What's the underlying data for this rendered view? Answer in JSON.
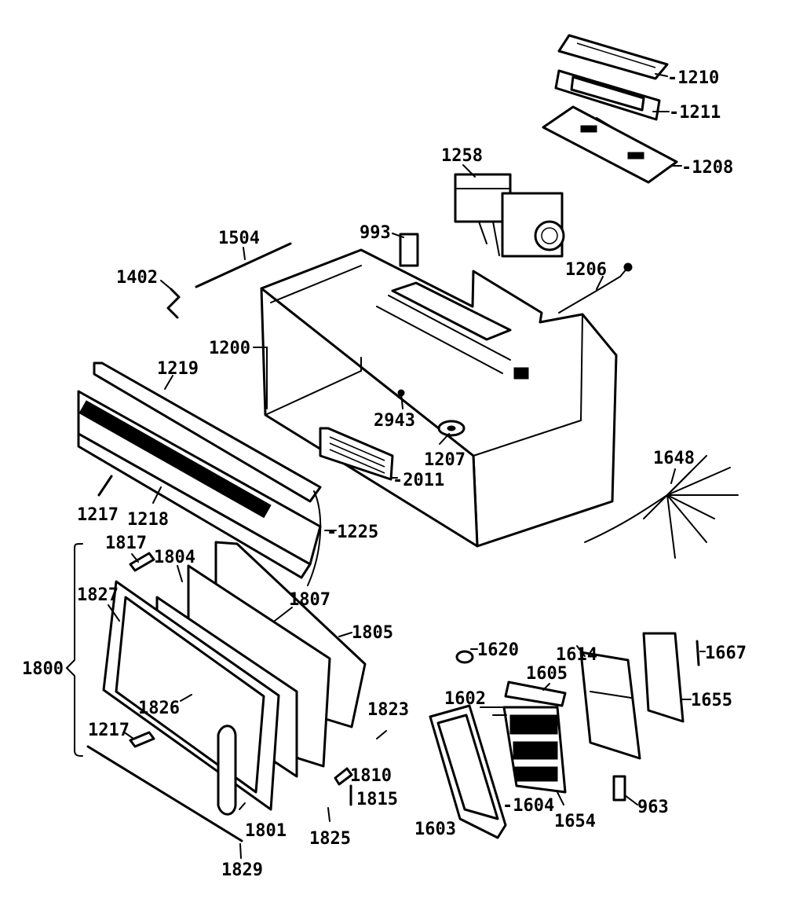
{
  "labels": {
    "l1210": "-1210",
    "l1211": "-1211",
    "l1208": "-1208",
    "l1258": "1258",
    "l993": "993",
    "l1504": "1504",
    "l1402": "1402",
    "l1206": "1206",
    "l1200": "1200",
    "l1219": "1219",
    "l2943": "2943",
    "l1207": "1207",
    "l2011": "-2011",
    "l1648": "1648",
    "l1217a": "1217",
    "l1218": "1218",
    "l1225": "-1225",
    "l1817": "1817",
    "l1804": "1804",
    "l1827": "1827",
    "l1807": "1807",
    "l1805": "1805",
    "l1800": "1800",
    "l1826": "1826",
    "l1823": "1823",
    "l1217b": "1217",
    "l1810": "1810",
    "l1815": "1815",
    "l1801": "1801",
    "l1825": "1825",
    "l1829": "1829",
    "l1620": "1620",
    "l1614": "1614",
    "l1667": "1667",
    "l1605": "1605",
    "l1602": "1602",
    "l1655": "1655",
    "l1604": "-1604",
    "l1654": "1654",
    "l1603": "1603",
    "l963": "963"
  }
}
